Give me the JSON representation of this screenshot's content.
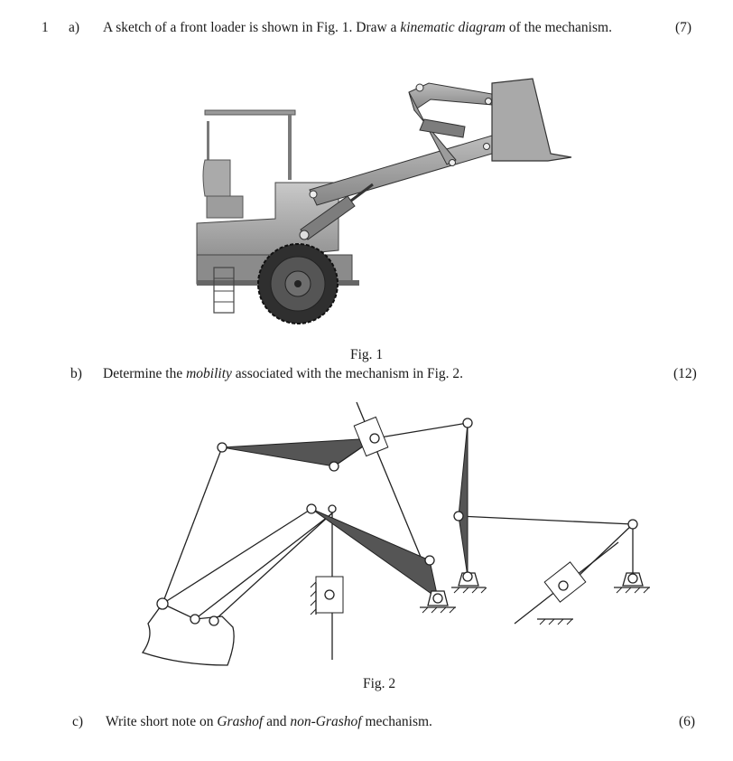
{
  "question": {
    "number": "1",
    "a": {
      "label": "a)",
      "text_before": "A sketch of a front loader is shown in Fig. 1. Draw a ",
      "text_italic": "kinematic diagram",
      "text_after": " of the mechanism.",
      "marks": "(7)"
    },
    "b": {
      "label": "b)",
      "text_before": "Determine the ",
      "text_italic": "mobility",
      "text_after": " associated with the mechanism in Fig. 2.",
      "marks": "(12)"
    },
    "c": {
      "label": "c)",
      "text_before": "Write short note on ",
      "text_italic1": "Grashof",
      "text_mid": " and ",
      "text_italic2": "non-Grashof",
      "text_after": " mechanism.",
      "marks": "(6)"
    }
  },
  "figures": {
    "fig1_caption": "Fig. 1",
    "fig2_caption": "Fig. 2"
  }
}
